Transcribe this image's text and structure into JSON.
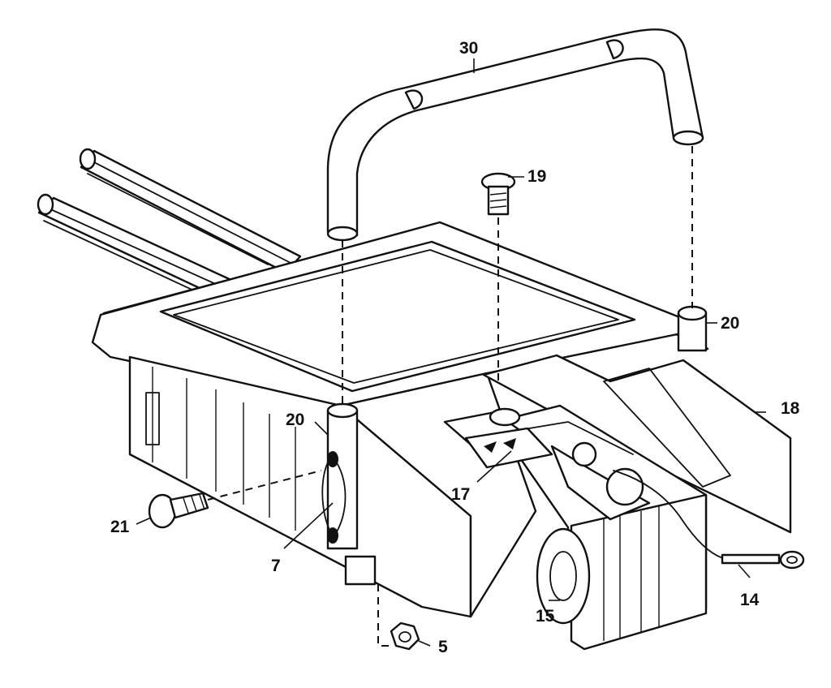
{
  "callouts": {
    "c30": "30",
    "c19": "19",
    "c20_right": "20",
    "c18": "18",
    "c20_left": "20",
    "c21": "21",
    "c7": "7",
    "c17": "17",
    "c14": "14",
    "c15": "15",
    "c5": "5"
  }
}
